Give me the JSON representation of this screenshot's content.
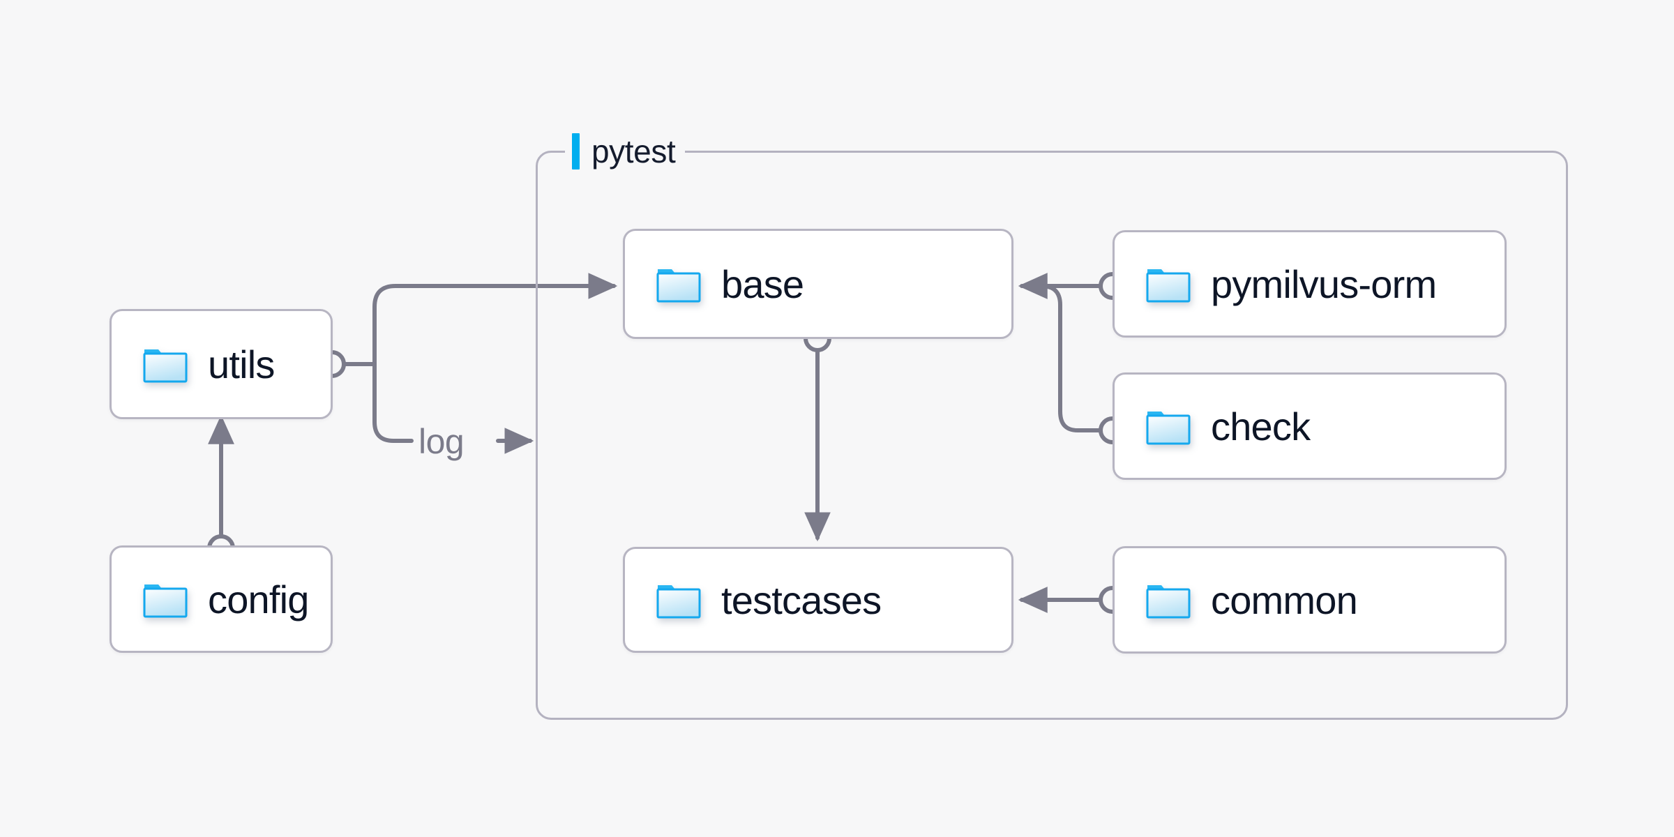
{
  "background_color": "#f7f7f8",
  "accent_color": "#00aeef",
  "node_text_color": "#0d1526",
  "edge_color": "#7b7b8a",
  "border_color": "#b7b5c2",
  "group": {
    "label": "pytest",
    "accent_bar_color": "#00aeef"
  },
  "nodes": {
    "utils": {
      "label": "utils",
      "icon": "folder-icon"
    },
    "config": {
      "label": "config",
      "icon": "folder-icon"
    },
    "base": {
      "label": "base",
      "icon": "folder-icon"
    },
    "testcases": {
      "label": "testcases",
      "icon": "folder-icon"
    },
    "pymilvus_orm": {
      "label": "pymilvus-orm",
      "icon": "folder-icon"
    },
    "check": {
      "label": "check",
      "icon": "folder-icon"
    },
    "common": {
      "label": "common",
      "icon": "folder-icon"
    }
  },
  "edge_labels": {
    "log": "log"
  },
  "edges": [
    {
      "from": "utils",
      "to": "base",
      "label": "",
      "arrow": "to"
    },
    {
      "from": "utils",
      "to": "pytest",
      "label": "log",
      "arrow": "to"
    },
    {
      "from": "config",
      "to": "utils",
      "label": "",
      "arrow": "to"
    },
    {
      "from": "base",
      "to": "testcases",
      "label": "",
      "arrow": "to"
    },
    {
      "from": "pymilvus-orm",
      "to": "base",
      "label": "",
      "arrow": "to"
    },
    {
      "from": "check",
      "to": "base",
      "label": "",
      "arrow": "to"
    },
    {
      "from": "common",
      "to": "testcases",
      "label": "",
      "arrow": "to"
    }
  ]
}
